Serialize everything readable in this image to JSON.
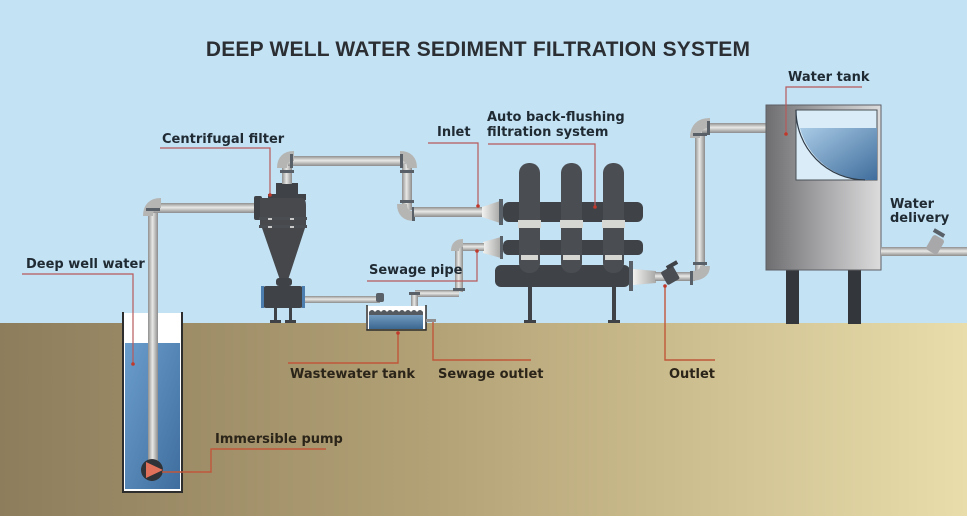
{
  "title": "DEEP WELL WATER SEDIMENT FILTRATION SYSTEM",
  "labels": {
    "centrifugal_filter": "Centrifugal filter",
    "deep_well_water": "Deep well water",
    "immersible_pump": "Immersible pump",
    "inlet": "Inlet",
    "auto_backflush_line1": "Auto back-flushing",
    "auto_backflush_line2": "filtration system",
    "sewage_pipe": "Sewage pipe",
    "wastewater_tank": "Wastewater tank",
    "sewage_outlet": "Sewage outlet",
    "outlet": "Outlet",
    "water_tank": "Water tank",
    "water_delivery_line1": "Water",
    "water_delivery_line2": "delivery"
  },
  "colors": {
    "sky": "#c3e2f4",
    "ground_left": "#8f7f5e",
    "ground_right": "#e8dcaa",
    "water": "#5d8fbf",
    "leader": "#b85a5a",
    "pump": "#e0705a",
    "machinery": "#3f4246",
    "pipe": "#c9c9c6"
  }
}
